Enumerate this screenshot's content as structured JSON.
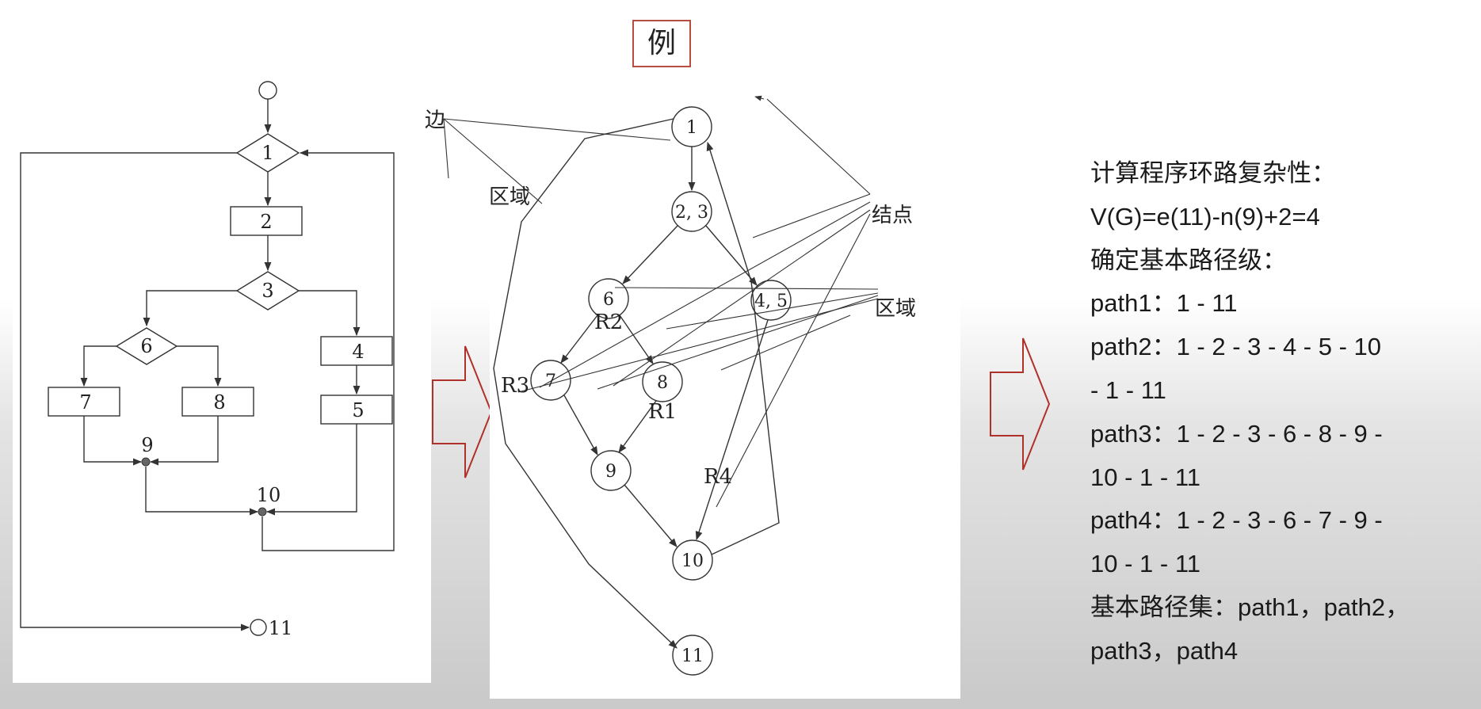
{
  "example_label": "例",
  "flowchart": {
    "nodes": {
      "n1": "1",
      "n2": "2",
      "n3": "3",
      "n4": "4",
      "n5": "5",
      "n6": "6",
      "n7": "7",
      "n8": "8",
      "n9": "9",
      "n10": "10",
      "n11": "11"
    }
  },
  "flowgraph": {
    "nodes": {
      "n1": "1",
      "n23": "2, 3",
      "n6": "6",
      "n45": "4, 5",
      "n7": "7",
      "n8": "8",
      "n9": "9",
      "n10": "10",
      "n11": "11"
    },
    "annotations": {
      "edge": "边",
      "region_top": "区域",
      "nodes": "结点",
      "region_right": "区域",
      "r1": "R1",
      "r2": "R2",
      "r3": "R3",
      "r4": "R4"
    }
  },
  "colors": {
    "arrow_outline": "#b0302a",
    "example_border": "#b84c3f",
    "line": "#333333"
  },
  "results": {
    "lines": [
      "计算程序环路复杂性：",
      "V(G)=e(11)-n(9)+2=4",
      "确定基本路径级：",
      "path1：1 - 11",
      "path2：1 - 2 - 3 - 4 - 5 - 10",
      "- 1 - 11",
      "path3：1 - 2 - 3 - 6 - 8 - 9 -",
      "10 - 1 - 11",
      "path4：1 - 2 - 3 - 6 - 7 - 9 -",
      "10 - 1 - 11",
      "基本路径集：path1，path2，",
      "path3，path4"
    ]
  }
}
